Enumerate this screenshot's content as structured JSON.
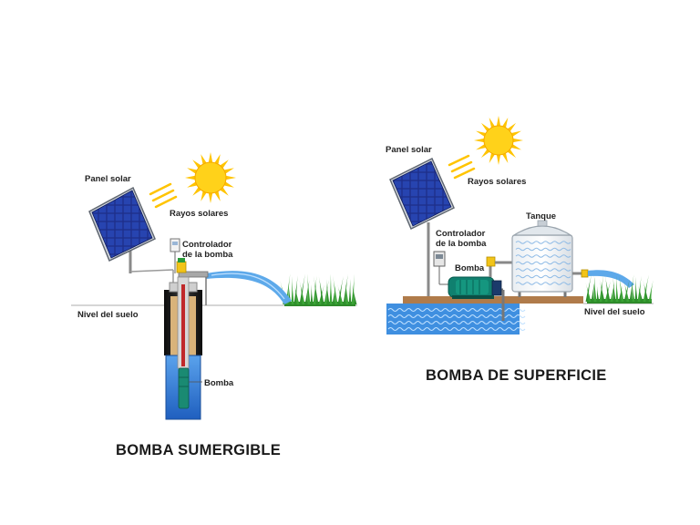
{
  "left": {
    "panel_label": "Panel solar",
    "rays_label": "Rayos solares",
    "controller_label_1": "Controlador",
    "controller_label_2": "de la bomba",
    "ground_label": "Nivel del suelo",
    "pump_label": "Bomba",
    "title": "BOMBA SUMERGIBLE"
  },
  "right": {
    "panel_label": "Panel solar",
    "rays_label": "Rayos solares",
    "tank_label": "Tanque",
    "controller_label_1": "Controlador",
    "controller_label_2": "de la bomba",
    "pump_label": "Bomba",
    "ground_label": "Nivel del suelo",
    "title": "BOMBA DE SUPERFICIE"
  },
  "colors": {
    "sun": "#ffd21a",
    "sun_rays": "#ffc400",
    "panel": "#1e2f8a",
    "water": "#3f8fe0",
    "grass": "#3aa335",
    "soil": "#b07b4a",
    "pump": "#10806f",
    "pipe_red": "#c0282a"
  }
}
